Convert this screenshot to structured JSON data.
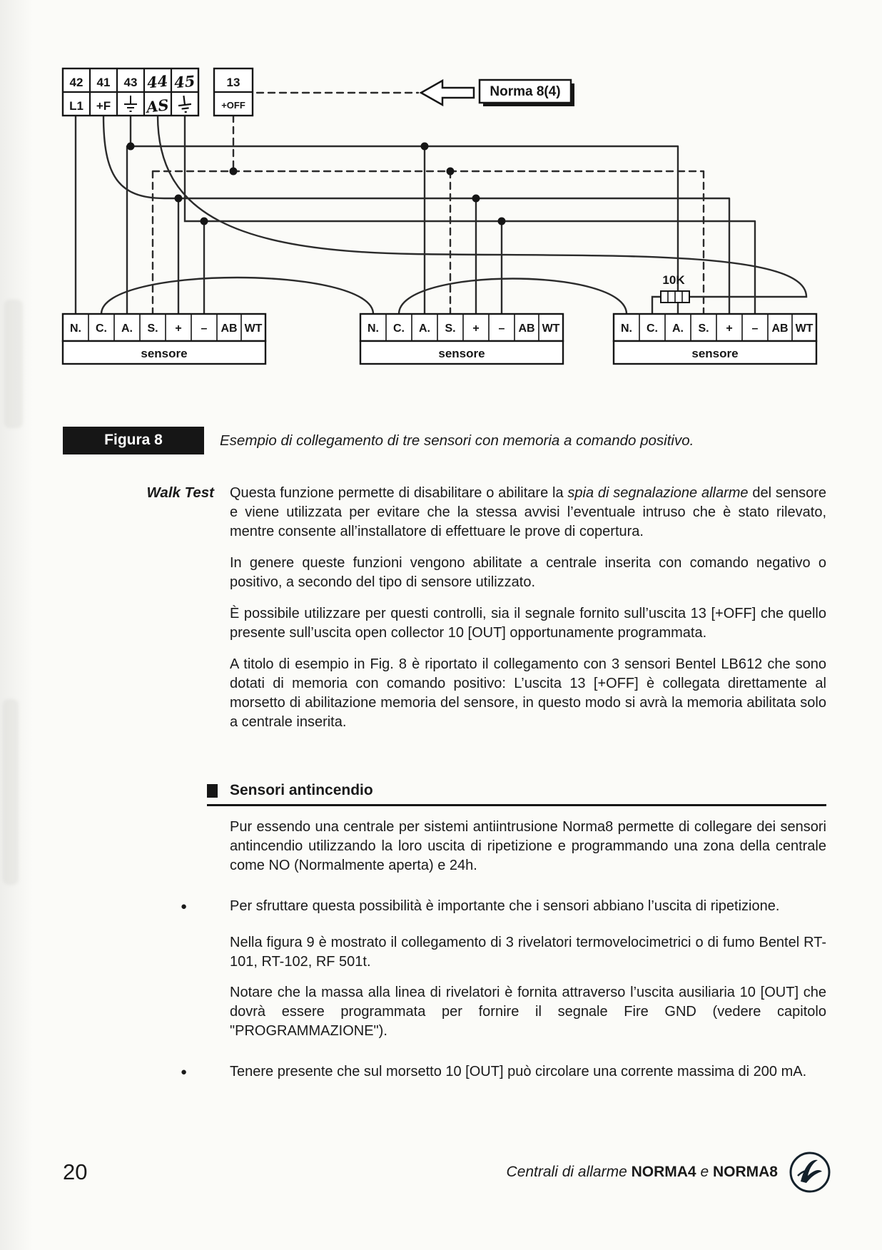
{
  "diagram": {
    "block_a": {
      "row1": [
        "42",
        "41",
        "43",
        "44",
        "45"
      ],
      "row2": [
        "L1",
        "+F",
        "AS"
      ]
    },
    "block_b": {
      "row1": "13",
      "row2": "+OFF"
    },
    "norma_label": "Norma 8(4)",
    "resistor_label": "10K",
    "sensor_terminals": [
      "N.",
      "C.",
      "A.",
      "S.",
      "+",
      "–",
      "AB",
      "WT"
    ],
    "sensors": [
      {
        "label": "sensore"
      },
      {
        "label": "sensore"
      },
      {
        "label": "sensore"
      }
    ],
    "icons": {
      "earth_ground": "⏚",
      "arrow_left": "⇦"
    }
  },
  "figure": {
    "label": "Figura 8",
    "caption": "Esempio di collegamento di tre sensori con memoria a comando positivo."
  },
  "walk_test": {
    "heading": "Walk Test",
    "p1_a": "Questa funzione permette di disabilitare o abilitare la ",
    "p1_italic": "spia di segnalazione allarme",
    "p1_b": " del sensore e viene utilizzata per evitare che la stessa avvisi l’eventuale intruso che è stato rilevato, mentre consente all’installatore di effettuare le prove di copertura.",
    "p2": "In genere queste funzioni vengono abilitate a centrale inserita con comando negativo o positivo, a secondo del tipo di sensore utilizzato.",
    "p3": "È possibile utilizzare per questi controlli, sia il segnale fornito sull’uscita 13 [+OFF] che quello presente sull’uscita open collector 10 [OUT] opportunamente programmata.",
    "p4": "A titolo di esempio in Fig. 8 è riportato il collegamento con 3 sensori Bentel LB612 che sono dotati di memoria con comando positivo: L’uscita 13 [+OFF] è collegata direttamente al morsetto di abilitazione memoria del sensore, in questo modo si avrà la memoria abilitata solo a centrale inserita."
  },
  "fire_section": {
    "heading": "Sensori antincendio",
    "p1": "Pur essendo una centrale per sistemi antiintrusione Norma8 permette di collegare dei sensori antincendio utilizzando la loro uscita di ripetizione e programmando una zona della centrale come NO (Normalmente aperta) e 24h.",
    "bullet_glyph": "●",
    "bullet1": "Per sfruttare questa possibilità è importante che i sensori abbiano l’uscita di ripetizione.",
    "p2": "Nella figura 9 è mostrato il collegamento di 3 rivelatori termovelocimetrici o di fumo Bentel RT-101, RT-102, RF 501t.",
    "p3": "Notare che la massa alla linea di rivelatori è fornita attraverso l’uscita ausiliaria 10 [OUT] che dovrà essere programmata per fornire il segnale Fire GND (vedere capitolo \"PROGRAMMAZIONE\").",
    "bullet2": "Tenere presente che sul morsetto 10 [OUT] può circolare una corrente massima di 200 mA."
  },
  "footer": {
    "page_number": "20",
    "text_a": "Centrali di allarme ",
    "brand1": "NORMA4",
    "text_b": " e ",
    "brand2": "NORMA8"
  }
}
